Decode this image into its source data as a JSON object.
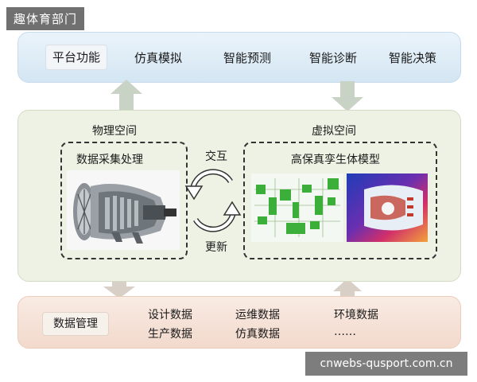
{
  "corner_label": "趣体育部门",
  "platform": {
    "title": "平台功能",
    "items": [
      "仿真模拟",
      "智能预测",
      "智能诊断",
      "智能决策"
    ]
  },
  "physical": {
    "space_title": "物理空间",
    "box_title": "数据采集处理"
  },
  "virtual": {
    "space_title": "虚拟空间",
    "box_title": "高保真孪生体模型"
  },
  "interaction": {
    "top": "交互",
    "bottom": "更新"
  },
  "data_management": {
    "title": "数据管理",
    "col1": [
      "设计数据",
      "生产数据"
    ],
    "col2": [
      "运维数据",
      "仿真数据"
    ],
    "col3": [
      "环境数据",
      "……"
    ]
  },
  "watermark": "cnwebs-qusport.com.cn",
  "colors": {
    "top_panel": "#d4e6f3",
    "mid_panel": "#eef2e4",
    "bottom_panel": "#f2d9cc",
    "arrow": "#c4cfbf"
  }
}
